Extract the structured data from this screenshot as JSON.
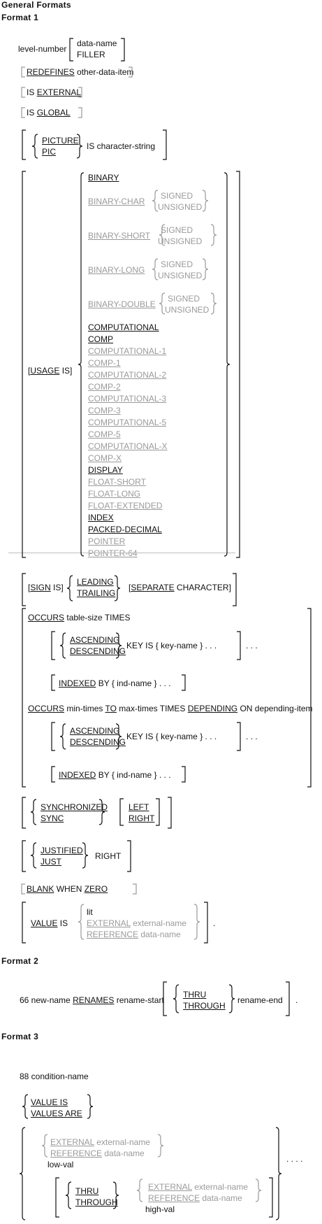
{
  "heading": "General Formats",
  "format1": {
    "title": "Format 1",
    "level_number": "level-number",
    "data_name": "data-name",
    "filler": "FILLER",
    "redefines": "REDEFINES",
    "other_data_item": "other-data-item",
    "is": "IS",
    "external": "EXTERNAL",
    "global": "GLOBAL",
    "picture": "PICTURE",
    "pic": "PIC",
    "is_character_string": "IS character-string",
    "usage": "USAGE",
    "usage_tail": " IS]",
    "usage_items": [
      {
        "text": "BINARY",
        "gray": false,
        "underline": true
      },
      {
        "text": "BINARY-CHAR",
        "gray": true,
        "underline": true,
        "signed": true
      },
      {
        "text": "BINARY-SHORT",
        "gray": true,
        "underline": true,
        "signed": true
      },
      {
        "text": "BINARY-LONG",
        "gray": true,
        "underline": true,
        "signed": true
      },
      {
        "text": "BINARY-DOUBLE",
        "gray": true,
        "underline": true,
        "signed": true
      },
      {
        "text": "COMPUTATIONAL",
        "gray": false,
        "underline": true
      },
      {
        "text": "COMP",
        "gray": false,
        "underline": true
      },
      {
        "text": "COMPUTATIONAL-1",
        "gray": true,
        "underline": true
      },
      {
        "text": "COMP-1",
        "gray": true,
        "underline": true
      },
      {
        "text": "COMPUTATIONAL-2",
        "gray": true,
        "underline": true
      },
      {
        "text": "COMP-2",
        "gray": true,
        "underline": true
      },
      {
        "text": "COMPUTATIONAL-3",
        "gray": true,
        "underline": true
      },
      {
        "text": "COMP-3",
        "gray": true,
        "underline": true
      },
      {
        "text": "COMPUTATIONAL-5",
        "gray": true,
        "underline": true
      },
      {
        "text": "COMP-5",
        "gray": true,
        "underline": true
      },
      {
        "text": "COMPUTATIONAL-X",
        "gray": true,
        "underline": true
      },
      {
        "text": "COMP-X",
        "gray": true,
        "underline": true
      },
      {
        "text": "DISPLAY",
        "gray": false,
        "underline": true
      },
      {
        "text": "FLOAT-SHORT",
        "gray": true,
        "underline": true
      },
      {
        "text": "FLOAT-LONG",
        "gray": true,
        "underline": true
      },
      {
        "text": "FLOAT-EXTENDED",
        "gray": true,
        "underline": true
      },
      {
        "text": "INDEX",
        "gray": false,
        "underline": true
      },
      {
        "text": "PACKED-DECIMAL",
        "gray": false,
        "underline": true
      },
      {
        "text": "POINTER",
        "gray": true,
        "underline": true
      },
      {
        "text": "POINTER-64",
        "gray": true,
        "underline": true
      }
    ],
    "signed": "SIGNED",
    "unsigned": "UNSIGNED",
    "sign": "SIGN",
    "sign_tail": " IS]",
    "leading": "LEADING",
    "trailing": "TRAILING",
    "separate": "SEPARATE",
    "character": " CHARACTER]",
    "occurs": "OCCURS",
    "table_size_times": "table-size TIMES",
    "ascending": "ASCENDING",
    "descending": "DESCENDING",
    "key_is": "KEY IS {",
    "key_name": "key-name",
    "close_ellipsis": "} . . .",
    "ellipsis": ". . .",
    "indexed": "INDEXED",
    "by": "BY {",
    "ind_name": "ind-name",
    "min_times": "min-times",
    "to": "TO",
    "max_times_times": "max-times TIMES",
    "depending": "DEPENDING",
    "on_depending_item": "ON depending-item",
    "synchronized": "SYNCHRONIZED",
    "sync": "SYNC",
    "left": "LEFT",
    "right": "RIGHT",
    "justified": "JUSTIFIED",
    "just": "JUST",
    "right_plain": "RIGHT",
    "blank": "BLANK",
    "when": "WHEN",
    "zero": "ZERO",
    "value": "VALUE",
    "value_is": "VALUE IS",
    "lit": "lit",
    "external_name": "external-name",
    "reference": "REFERENCE",
    "data_name2": "data-name",
    "period": "."
  },
  "format2": {
    "title": "Format 2",
    "prefix": "66 new-name",
    "renames": "RENAMES",
    "rename_start": "rename-start",
    "thru": "THRU",
    "through": "THROUGH",
    "rename_end": "rename-end",
    "period": "."
  },
  "format3": {
    "title": "Format 3",
    "condition_name": "88 condition-name",
    "value_is": "VALUE IS",
    "values_are": "VALUES ARE",
    "external": "EXTERNAL",
    "external_name": "external-name",
    "reference": "REFERENCE",
    "data_name": "data-name",
    "low_val": "low-val",
    "thru": "THRU",
    "through": "THROUGH",
    "high_val": "high-val",
    "ellipsis": ". . . ."
  }
}
